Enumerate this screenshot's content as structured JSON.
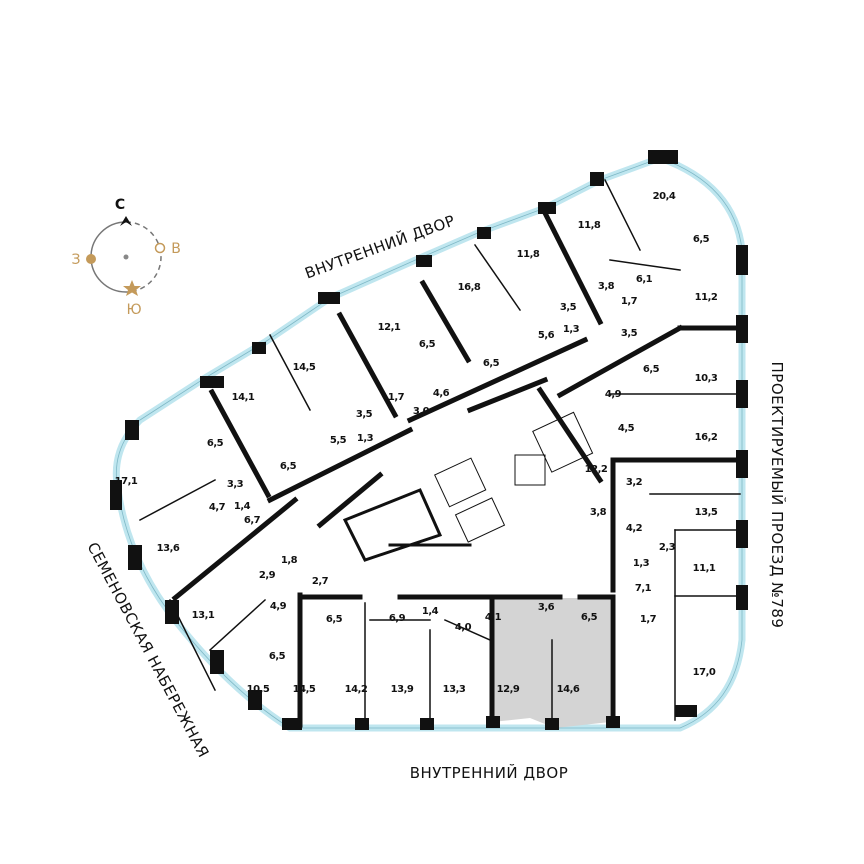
{
  "compass": {
    "north": "С",
    "west": "З",
    "east": "В",
    "south": "Ю",
    "accent_color": "#c49a5a",
    "circle_color": "#777777"
  },
  "streets": {
    "top": "ВНУТРЕННИЙ ДВОР",
    "bottom": "ВНУТРЕННИЙ ДВОР",
    "right": "ПРОЕКТИРУЕМЫЙ ПРОЕЗД №789",
    "left": "СЕМЕНОВСКАЯ НАБЕРЕЖНАЯ"
  },
  "colors": {
    "wall": "#111111",
    "glazing": "#bfe6ef",
    "highlight": "#d4d4d4"
  },
  "highlighted_rooms": [
    "13,3",
    "12,9"
  ],
  "rooms": [
    "17,1",
    "14,1",
    "14,5",
    "12,1",
    "16,8",
    "11,8",
    "11,8",
    "20,4",
    "6,5",
    "11,2",
    "10,3",
    "16,2",
    "13,5",
    "11,1",
    "17,0",
    "14,6",
    "12,9",
    "13,3",
    "13,9",
    "14,2",
    "14,5",
    "10,5",
    "13,1",
    "13,6",
    "6,5",
    "3,3",
    "4,7",
    "1,4",
    "6,7",
    "6,5",
    "5,5",
    "3,5",
    "1,3",
    "1,7",
    "6,5",
    "4,6",
    "3,0",
    "6,5",
    "5,6",
    "3,5",
    "1,3",
    "3,8",
    "1,7",
    "3,5",
    "6,1",
    "6,5",
    "4,9",
    "4,5",
    "12,2",
    "3,2",
    "3,8",
    "4,2",
    "2,3",
    "1,3",
    "7,1",
    "1,7",
    "6,5",
    "3,6",
    "4,1",
    "4,0",
    "1,4",
    "6,9",
    "6,5",
    "6,5",
    "4,9",
    "2,7",
    "2,9",
    "1,8"
  ]
}
